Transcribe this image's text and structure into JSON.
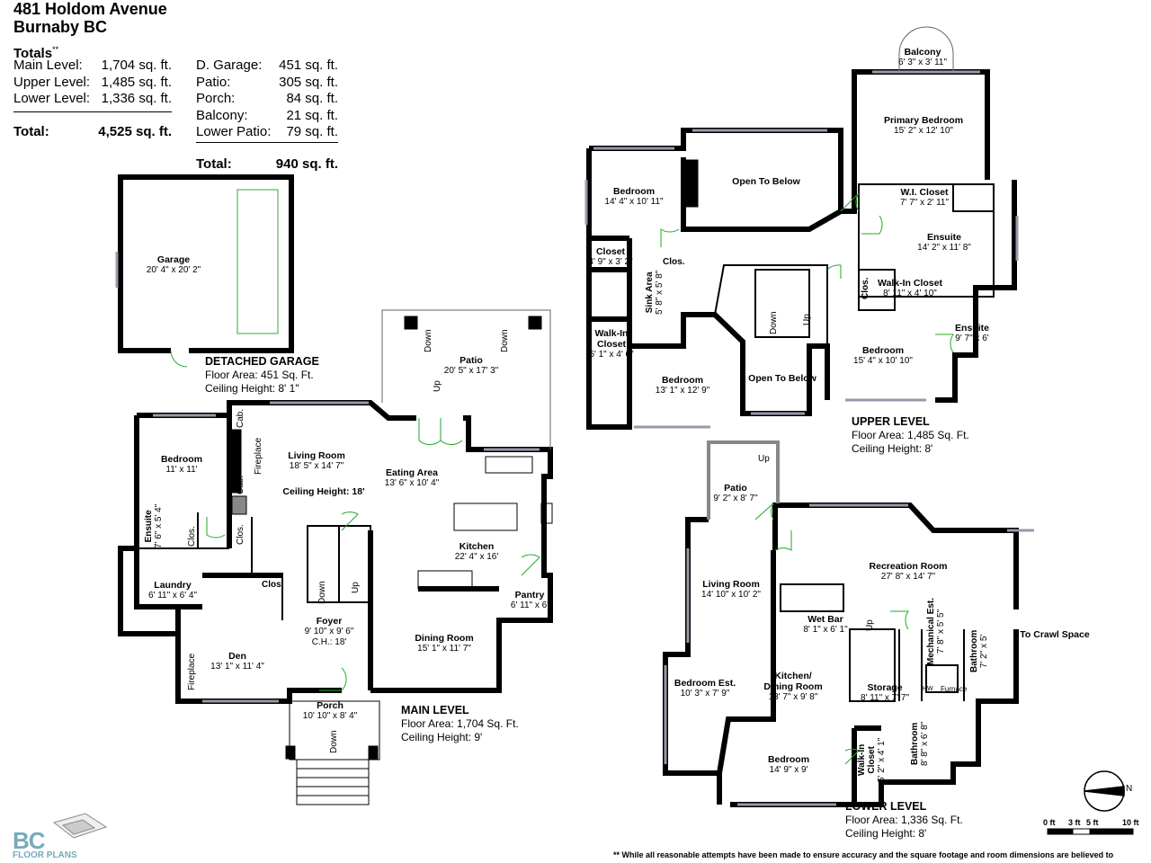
{
  "header": {
    "address": "481 Holdom Avenue",
    "city": "Burnaby BC"
  },
  "totals": {
    "title": "Totals",
    "title_mark": "**",
    "left": [
      {
        "label": "Main Level:",
        "value": "1,704 sq. ft."
      },
      {
        "label": "Upper Level:",
        "value": "1,485 sq. ft."
      },
      {
        "label": "Lower Level:",
        "value": "1,336 sq. ft."
      }
    ],
    "left_total": {
      "label": "Total:",
      "value": "4,525 sq. ft."
    },
    "right": [
      {
        "label": "D. Garage:",
        "value": "451 sq. ft."
      },
      {
        "label": "Patio:",
        "value": "305 sq. ft."
      },
      {
        "label": "Porch:",
        "value": "84 sq. ft."
      },
      {
        "label": "Balcony:",
        "value": "21 sq. ft."
      },
      {
        "label": "Lower Patio:",
        "value": "79 sq. ft."
      }
    ],
    "right_total": {
      "label": "Total:",
      "value": "940 sq. ft."
    }
  },
  "levels": {
    "garage": {
      "name": "DETACHED GARAGE",
      "area": "Floor Area: 451 Sq. Ft.",
      "height": "Ceiling Height: 8' 1\""
    },
    "main": {
      "name": "MAIN LEVEL",
      "area": "Floor Area: 1,704 Sq. Ft.",
      "height": "Ceiling Height: 9'"
    },
    "upper": {
      "name": "UPPER LEVEL",
      "area": "Floor Area: 1,485 Sq. Ft.",
      "height": "Ceiling Height: 8'"
    },
    "lower": {
      "name": "LOWER LEVEL",
      "area": "Floor Area: 1,336 Sq. Ft.",
      "height": "Ceiling Height: 8'"
    }
  },
  "rooms": {
    "garage": {
      "name": "Garage",
      "dim": "20' 4\" x 20' 2\""
    },
    "patio": {
      "name": "Patio",
      "dim": "20' 5\" x 17' 3\""
    },
    "bedroom_main": {
      "name": "Bedroom",
      "dim": "11' x 11'"
    },
    "living": {
      "name": "Living Room",
      "dim": "18' 5\" x 14' 7\""
    },
    "ceiling18": {
      "name": "Ceiling Height: 18'"
    },
    "eating": {
      "name": "Eating Area",
      "dim": "13' 6\" x 10' 4\""
    },
    "kitchen": {
      "name": "Kitchen",
      "dim": "22' 4\" x 16'"
    },
    "pantry": {
      "name": "Pantry",
      "dim": "6' 11\" x 6'"
    },
    "laundry": {
      "name": "Laundry",
      "dim": "6' 11\" x 6' 4\""
    },
    "den": {
      "name": "Den",
      "dim": "13' 1\" x 11' 4\""
    },
    "foyer": {
      "name": "Foyer",
      "dim": "9' 10\" x 9' 6\"",
      "ch": "C.H.: 18'"
    },
    "dining": {
      "name": "Dining Room",
      "dim": "15' 1\" x 11' 7\""
    },
    "porch": {
      "name": "Porch",
      "dim": "10' 10\" x 8' 4\""
    },
    "ensuite_main": {
      "name": "Ensuite",
      "dim": "7' 6\" x 5' 4\""
    },
    "balcony": {
      "name": "Balcony",
      "dim": "6' 3\" x 3' 11\""
    },
    "primary": {
      "name": "Primary Bedroom",
      "dim": "15' 2\" x 12' 10\""
    },
    "bedroom_up1": {
      "name": "Bedroom",
      "dim": "14' 4\" x 10' 11\""
    },
    "open1": {
      "name": "Open To Below"
    },
    "open2": {
      "name": "Open To Below"
    },
    "closet_up": {
      "name": "Closet",
      "dim": "4' 9\" x 3' 2\""
    },
    "wic_up_left": {
      "name": "Walk-In",
      "name2": "Closet",
      "dim": "5' 1\" x 4' 6\""
    },
    "bedroom_up2": {
      "name": "Bedroom",
      "dim": "13' 1\" x 12' 9\""
    },
    "wi_closet": {
      "name": "W.I. Closet",
      "dim": "7' 7\" x 2' 11\""
    },
    "ensuite_up": {
      "name": "Ensuite",
      "dim": "14' 2\" x 11' 8\""
    },
    "wic_up": {
      "name": "Walk-In Closet",
      "dim": "8' 11\" x 4' 10\""
    },
    "ensuite_up2": {
      "name": "Ensuite",
      "dim": "9' 7\" x 6'"
    },
    "bedroom_up3": {
      "name": "Bedroom",
      "dim": "15' 4\" x 10' 10\""
    },
    "patio_low": {
      "name": "Patio",
      "dim": "9' 2\" x 8' 7\""
    },
    "rec": {
      "name": "Recreation Room",
      "dim": "27' 8\" x 14' 7\""
    },
    "living_low": {
      "name": "Living Room",
      "dim": "14' 10\" x 10' 2\""
    },
    "wetbar": {
      "name": "Wet Bar",
      "dim": "8' 1\" x 6' 1\""
    },
    "kitchen_low": {
      "name": "Kitchen/",
      "name2": "Dining Room",
      "dim": "13' 7\" x 9' 8\""
    },
    "bedroom_est": {
      "name": "Bedroom Est.",
      "dim": "10' 3\" x 7' 9\""
    },
    "storage": {
      "name": "Storage",
      "dim": "8' 11\" x 7' 7\""
    },
    "bedroom_low": {
      "name": "Bedroom",
      "dim": "14' 9\" x 9'"
    },
    "crawl": {
      "name": "To Crawl Space"
    }
  },
  "vertical_labels": {
    "cab1": "Cab.",
    "cab2": "Cab.",
    "fireplace1": "Fireplace",
    "fireplace2": "Fireplace",
    "clos1": "Clos.",
    "clos2": "Clos.",
    "clos3": "Clos.",
    "clos_up": "Clos.",
    "clos_up2": "Clos.",
    "ensuite_main": "Ensuite",
    "ensuite_main_dim": "7' 6\" x 5' 4\"",
    "sink": "Sink Area",
    "sink_dim": "5' 8\" x 5' 8\"",
    "mech": "Mechanical Est.",
    "mech_dim": "7' 8\" x 5' 5\"",
    "bath_low": "Bathroom",
    "bath_low_dim": "7' 2\" x 5'",
    "bath_low2": "Bathroom",
    "bath_low2_dim": "8' 8\" x 6' 8\"",
    "wic_low": "Walk-In",
    "wic_low2": "Closet",
    "wic_low_dim": "5' 2\" x 4' 1\""
  },
  "stairs": {
    "up": "Up",
    "down": "Down"
  },
  "equipment": {
    "hw": "HW",
    "furnace": "Furnace"
  },
  "scale": {
    "s0": "0 ft",
    "s1": "3 ft",
    "s2": "5 ft",
    "s3": "10 ft"
  },
  "compass": {
    "n": "N"
  },
  "logo": {
    "line1": "BC",
    "line2": "FLOOR PLANS"
  },
  "disclaimer": "** While all reasonable attempts have been made to ensure accuracy and the square footage and room dimensions are believed to"
}
